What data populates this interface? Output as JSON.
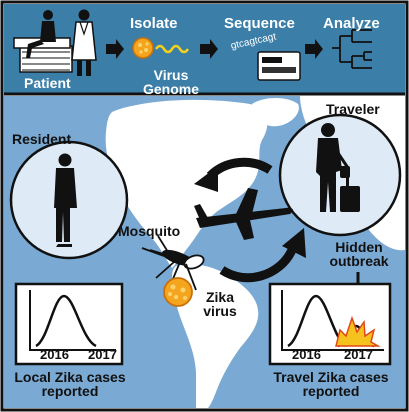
{
  "workflow": {
    "steps": [
      {
        "label": "Patient"
      },
      {
        "label": "Isolate"
      },
      {
        "label": "Virus Genome"
      },
      {
        "label": "Sequence"
      },
      {
        "label": "Analyze"
      }
    ],
    "sequence_text": "gtcagtcagt"
  },
  "people": {
    "resident": "Resident",
    "traveler": "Traveler"
  },
  "vector": {
    "mosquito": "Mosquito",
    "virus": "Zika virus",
    "hidden": "Hidden outbreak"
  },
  "panels": {
    "local": {
      "x_ticks": [
        "2016",
        "2017"
      ],
      "caption": "Local Zika cases reported"
    },
    "travel": {
      "x_ticks": [
        "2016",
        "2017"
      ],
      "caption": "Travel Zika cases reported"
    }
  },
  "colors": {
    "header": "#3b7ea8",
    "ocean": "#7aa9d3",
    "border": "#111111",
    "virus": "#f4a41d"
  }
}
